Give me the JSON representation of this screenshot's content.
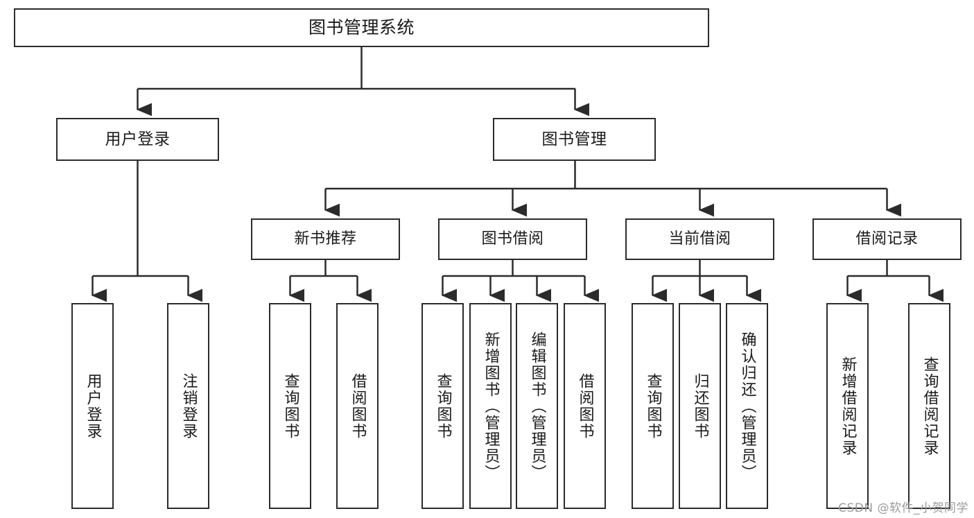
{
  "diagram": {
    "type": "tree-hierarchy-diagram",
    "title": "图书管理系统",
    "colors": {
      "box_border": "#2b2b2b",
      "box_fill": "#ffffff",
      "connector": "#2b2b2b",
      "text": "#1a1a1a",
      "watermark": "#9b9b9b",
      "background": "#ffffff"
    },
    "root": {
      "label": "图书管理系统"
    },
    "level2": [
      {
        "label": "用户登录"
      },
      {
        "label": "图书管理"
      }
    ],
    "level3": [
      {
        "label": "新书推荐"
      },
      {
        "label": "图书借阅"
      },
      {
        "label": "当前借阅"
      },
      {
        "label": "借阅记录"
      }
    ],
    "leaves": [
      {
        "label": "用户登录",
        "parent": "用户登录"
      },
      {
        "label": "注销登录",
        "parent": "用户登录"
      },
      {
        "label": "查询图书",
        "parent": "新书推荐"
      },
      {
        "label": "借阅图书",
        "parent": "新书推荐"
      },
      {
        "label": "查询图书",
        "parent": "图书借阅"
      },
      {
        "label": "新增图书（管理员）",
        "parent": "图书借阅"
      },
      {
        "label": "编辑图书（管理员）",
        "parent": "图书借阅"
      },
      {
        "label": "借阅图书",
        "parent": "图书借阅"
      },
      {
        "label": "查询图书",
        "parent": "当前借阅"
      },
      {
        "label": "归还图书",
        "parent": "当前借阅"
      },
      {
        "label": "确认归还（管理员）",
        "parent": "当前借阅"
      },
      {
        "label": "新增借阅记录",
        "parent": "借阅记录"
      },
      {
        "label": "查询借阅记录",
        "parent": "借阅记录"
      }
    ],
    "watermark": "CSDN @软件_小贺同学"
  }
}
